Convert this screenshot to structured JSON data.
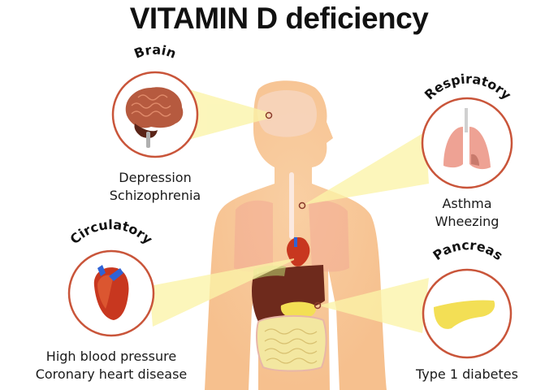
{
  "title": "VITAMIN D deficiency",
  "colors": {
    "skin": "#f8c99a",
    "beam": "#fbf4a8",
    "ring": "#c9553a",
    "marker": "#8a3b2a",
    "brain": "#b65a3f",
    "lungs": "#eea294",
    "heart": "#c8371f",
    "vessels": "#2f63d6",
    "liver": "#6e2a1c",
    "pancreas": "#f3df55",
    "intestines": "#f3e7a0"
  },
  "systems": [
    {
      "id": "brain",
      "label": "Brain",
      "organ_icon": "brain-icon",
      "conditions": [
        "Depression",
        "Schizophrenia"
      ]
    },
    {
      "id": "respiratory",
      "label": "Respiratory",
      "organ_icon": "lungs-icon",
      "conditions": [
        "Asthma",
        "Wheezing"
      ]
    },
    {
      "id": "circulatory",
      "label": "Circulatory",
      "organ_icon": "heart-icon",
      "conditions": [
        "High blood pressure",
        "Coronary heart disease"
      ]
    },
    {
      "id": "pancreas",
      "label": "Pancreas",
      "organ_icon": "pancreas-icon",
      "conditions": [
        "Type 1 diabetes"
      ]
    }
  ]
}
